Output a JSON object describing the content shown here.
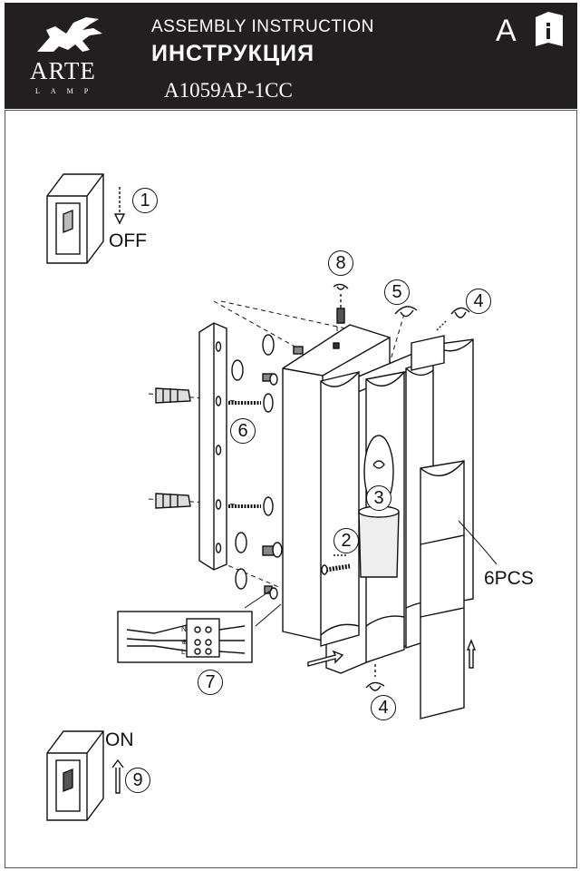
{
  "header": {
    "brand": "ARTE",
    "brand_sub": "LAMP",
    "title_en": "ASSEMBLY INSTRUCTION",
    "title_ru": "ИНСТРУКЦИЯ",
    "model": "A1059AP-1CC",
    "lang_letter": "A"
  },
  "steps": {
    "s1": "1",
    "off": "OFF",
    "s2": "2",
    "s3": "3",
    "s4a": "4",
    "s4b": "4",
    "s5": "5",
    "s6": "6",
    "s7": "7",
    "s8": "8",
    "s9": "9",
    "on": "ON",
    "pcs": "6PCS"
  },
  "terminal": [
    "N",
    "⊕",
    "L"
  ]
}
